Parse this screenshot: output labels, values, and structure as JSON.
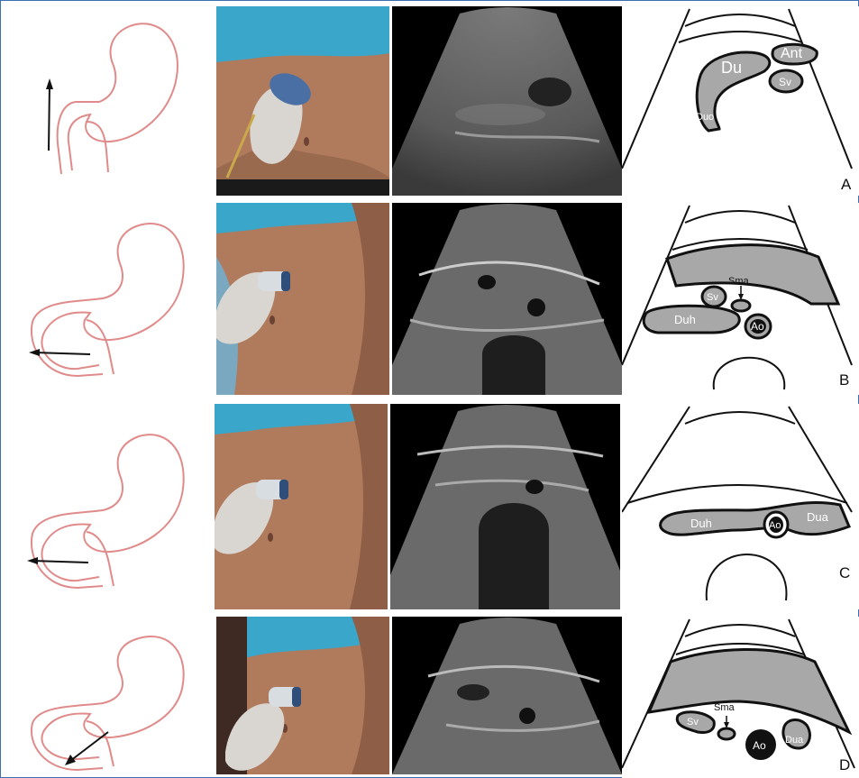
{
  "panels": [
    {
      "letter": "A",
      "labels": {
        "du": "Du",
        "ant": "Ant",
        "sv": "Sv",
        "duo": "Duo"
      }
    },
    {
      "letter": "B",
      "labels": {
        "sma": "Sma",
        "sv": "Sv",
        "duh": "Duh",
        "ao": "Ao"
      }
    },
    {
      "letter": "C",
      "labels": {
        "duh": "Duh",
        "ao": "Ao",
        "dua": "Dua"
      }
    },
    {
      "letter": "D",
      "labels": {
        "sma": "Sma",
        "sv": "Sv",
        "ao": "Ao",
        "dua": "Dua"
      }
    }
  ],
  "colors": {
    "border": "#3b6fb0",
    "stomach_outline": "#e08a8a",
    "drape": "#3aa6c9",
    "skin": "#b07a5c",
    "glove": "#d9d6d2",
    "organ_fill": "#a8a8a8"
  }
}
